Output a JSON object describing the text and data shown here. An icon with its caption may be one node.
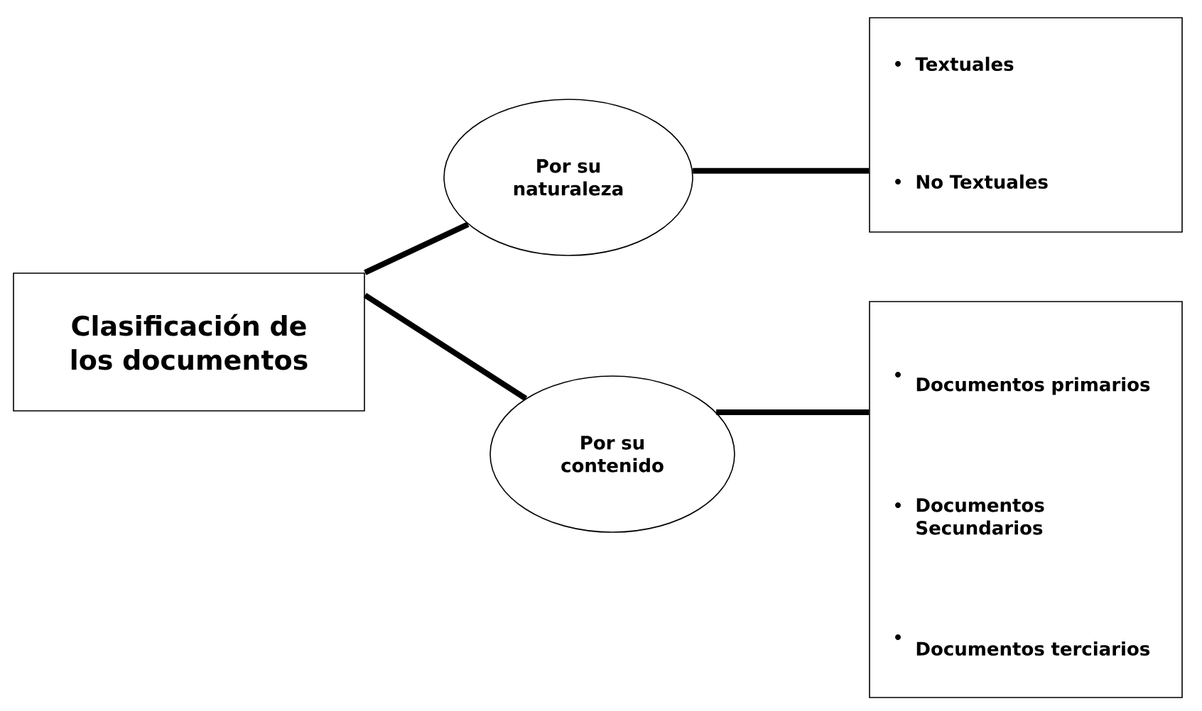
{
  "diagram": {
    "nodes": [
      {
        "text": [
          "Clasificación de los documentos"
        ]
      },
      {
        "text": [
          "Por su naturaleza"
        ]
      },
      {
        "text": [
          "Por su contenido"
        ]
      },
      {
        "text": [
          "Textuales",
          "No Textuales"
        ]
      },
      {
        "text": [
          "Documentos primarios",
          "Documentos Secundarios",
          "Documentos terciarios"
        ]
      }
    ],
    "edges": [
      {
        "from": 0,
        "to": 1,
        "arrow": "none"
      },
      {
        "from": 0,
        "to": 2,
        "arrow": "none"
      },
      {
        "from": 1,
        "to": 3,
        "arrow": "none"
      },
      {
        "from": 2,
        "to": 4,
        "arrow": "none"
      }
    ]
  }
}
